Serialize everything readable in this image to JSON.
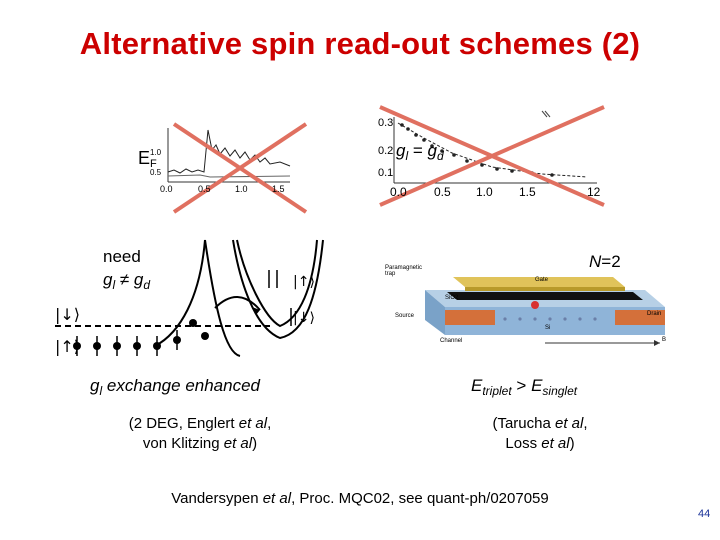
{
  "slide": {
    "title": "Alternative spin read-out schemes (2)",
    "page_number": "44",
    "colors": {
      "title": "#cc0000",
      "cross": "#e07060",
      "text": "#000000",
      "page_number": "#1a3399"
    }
  },
  "top_left_figure": {
    "label_main": "E",
    "label_sub": "F",
    "y_ticks": [
      "1.0",
      "0.5"
    ],
    "x_ticks": [
      "0.0",
      "0.5",
      "1.0",
      "1.5"
    ]
  },
  "top_right_figure": {
    "y_ticks": [
      "0.3",
      "0.2",
      "0.1"
    ],
    "x_ticks": [
      "0.0",
      "0.5",
      "1.0",
      "1.5",
      "12"
    ],
    "eq_g1": "g",
    "eq_s1": "l",
    "eq_op": " = ",
    "eq_g2": "g",
    "eq_s2": "d"
  },
  "left_block": {
    "need_line1": "need",
    "need_g1": "g",
    "need_s1": "l",
    "need_op": " ≠ ",
    "need_g2": "g",
    "need_s2": "d",
    "exch_g": "g",
    "exch_sub": "l",
    "exch_rest": " exchange enhanced",
    "refs_line1_pre": "(2 DEG, Englert ",
    "refs_line1_etal": "et al",
    "refs_line1_post": ",",
    "refs_line2_pre": "von Klitzing ",
    "refs_line2_etal": "et al",
    "refs_line2_post": ")"
  },
  "right_block": {
    "n_var": "N",
    "n_val": "=2",
    "device_labels": {
      "paramagnetic": "Paramagnetic trap",
      "gate": "Gate",
      "oxide": "SiO2",
      "source": "Source",
      "drain": "Drain",
      "si": "Si",
      "channel": "Channel",
      "field": "B"
    },
    "e1": "E",
    "e1_sub": "triplet",
    "gt": " > ",
    "e2": "E",
    "e2_sub": "singlet",
    "refs_line1_pre": "(Tarucha ",
    "refs_line1_etal": "et al",
    "refs_line1_post": ",",
    "refs_line2_pre": "Loss ",
    "refs_line2_etal": "et al",
    "refs_line2_post": ")"
  },
  "footer": {
    "pre": "Vandersypen ",
    "etal": "et al",
    "post": ", Proc. MQC02, see quant-ph/0207059"
  }
}
